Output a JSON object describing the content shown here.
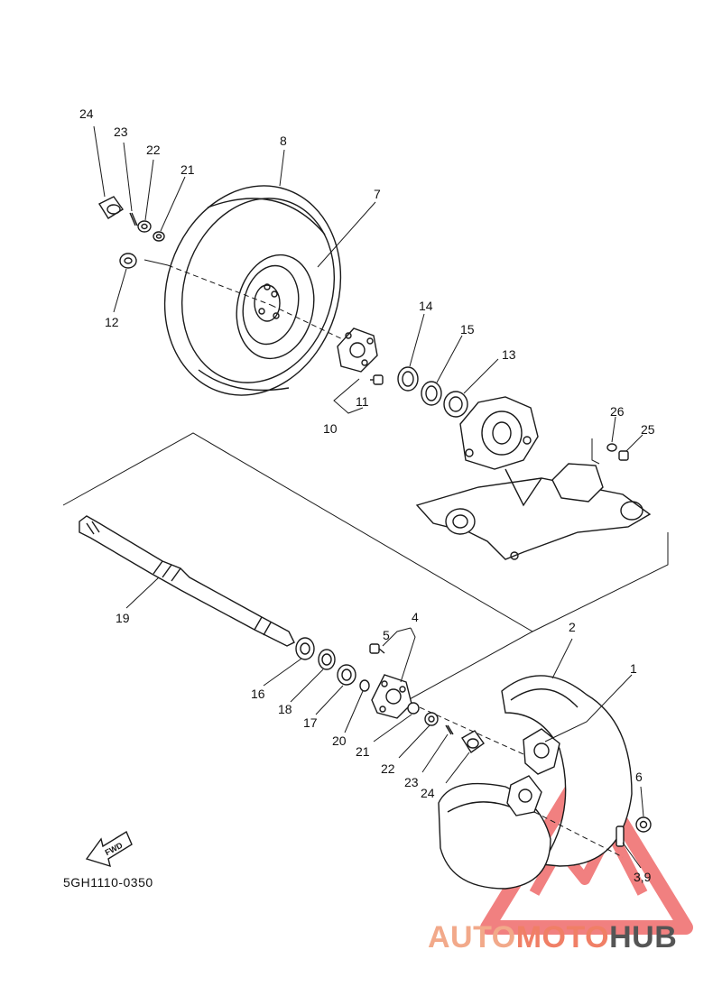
{
  "diagram": {
    "part_code": "5GH1110-0350",
    "direction_label": "FWD",
    "callouts": {
      "c1": "1",
      "c2": "2",
      "c39": "3,9",
      "c4": "4",
      "c5": "5",
      "c6": "6",
      "c7": "7",
      "c8": "8",
      "c10": "10",
      "c11": "11",
      "c12": "12",
      "c13": "13",
      "c14": "14",
      "c15": "15",
      "c16": "16",
      "c17": "17",
      "c18": "18",
      "c19": "19",
      "c20": "20",
      "c21a": "21",
      "c21b": "21",
      "c22a": "22",
      "c22b": "22",
      "c23a": "23",
      "c23b": "23",
      "c24a": "24",
      "c24b": "24",
      "c25": "25",
      "c26": "26"
    }
  },
  "watermark": {
    "part1": "AUTO",
    "part2": "MOTO",
    "part3": "HUB",
    "colors": {
      "auto": "#f2a98a",
      "moto": "#f07f66",
      "hub": "#555555",
      "triangle": "#ef6a6a"
    }
  }
}
